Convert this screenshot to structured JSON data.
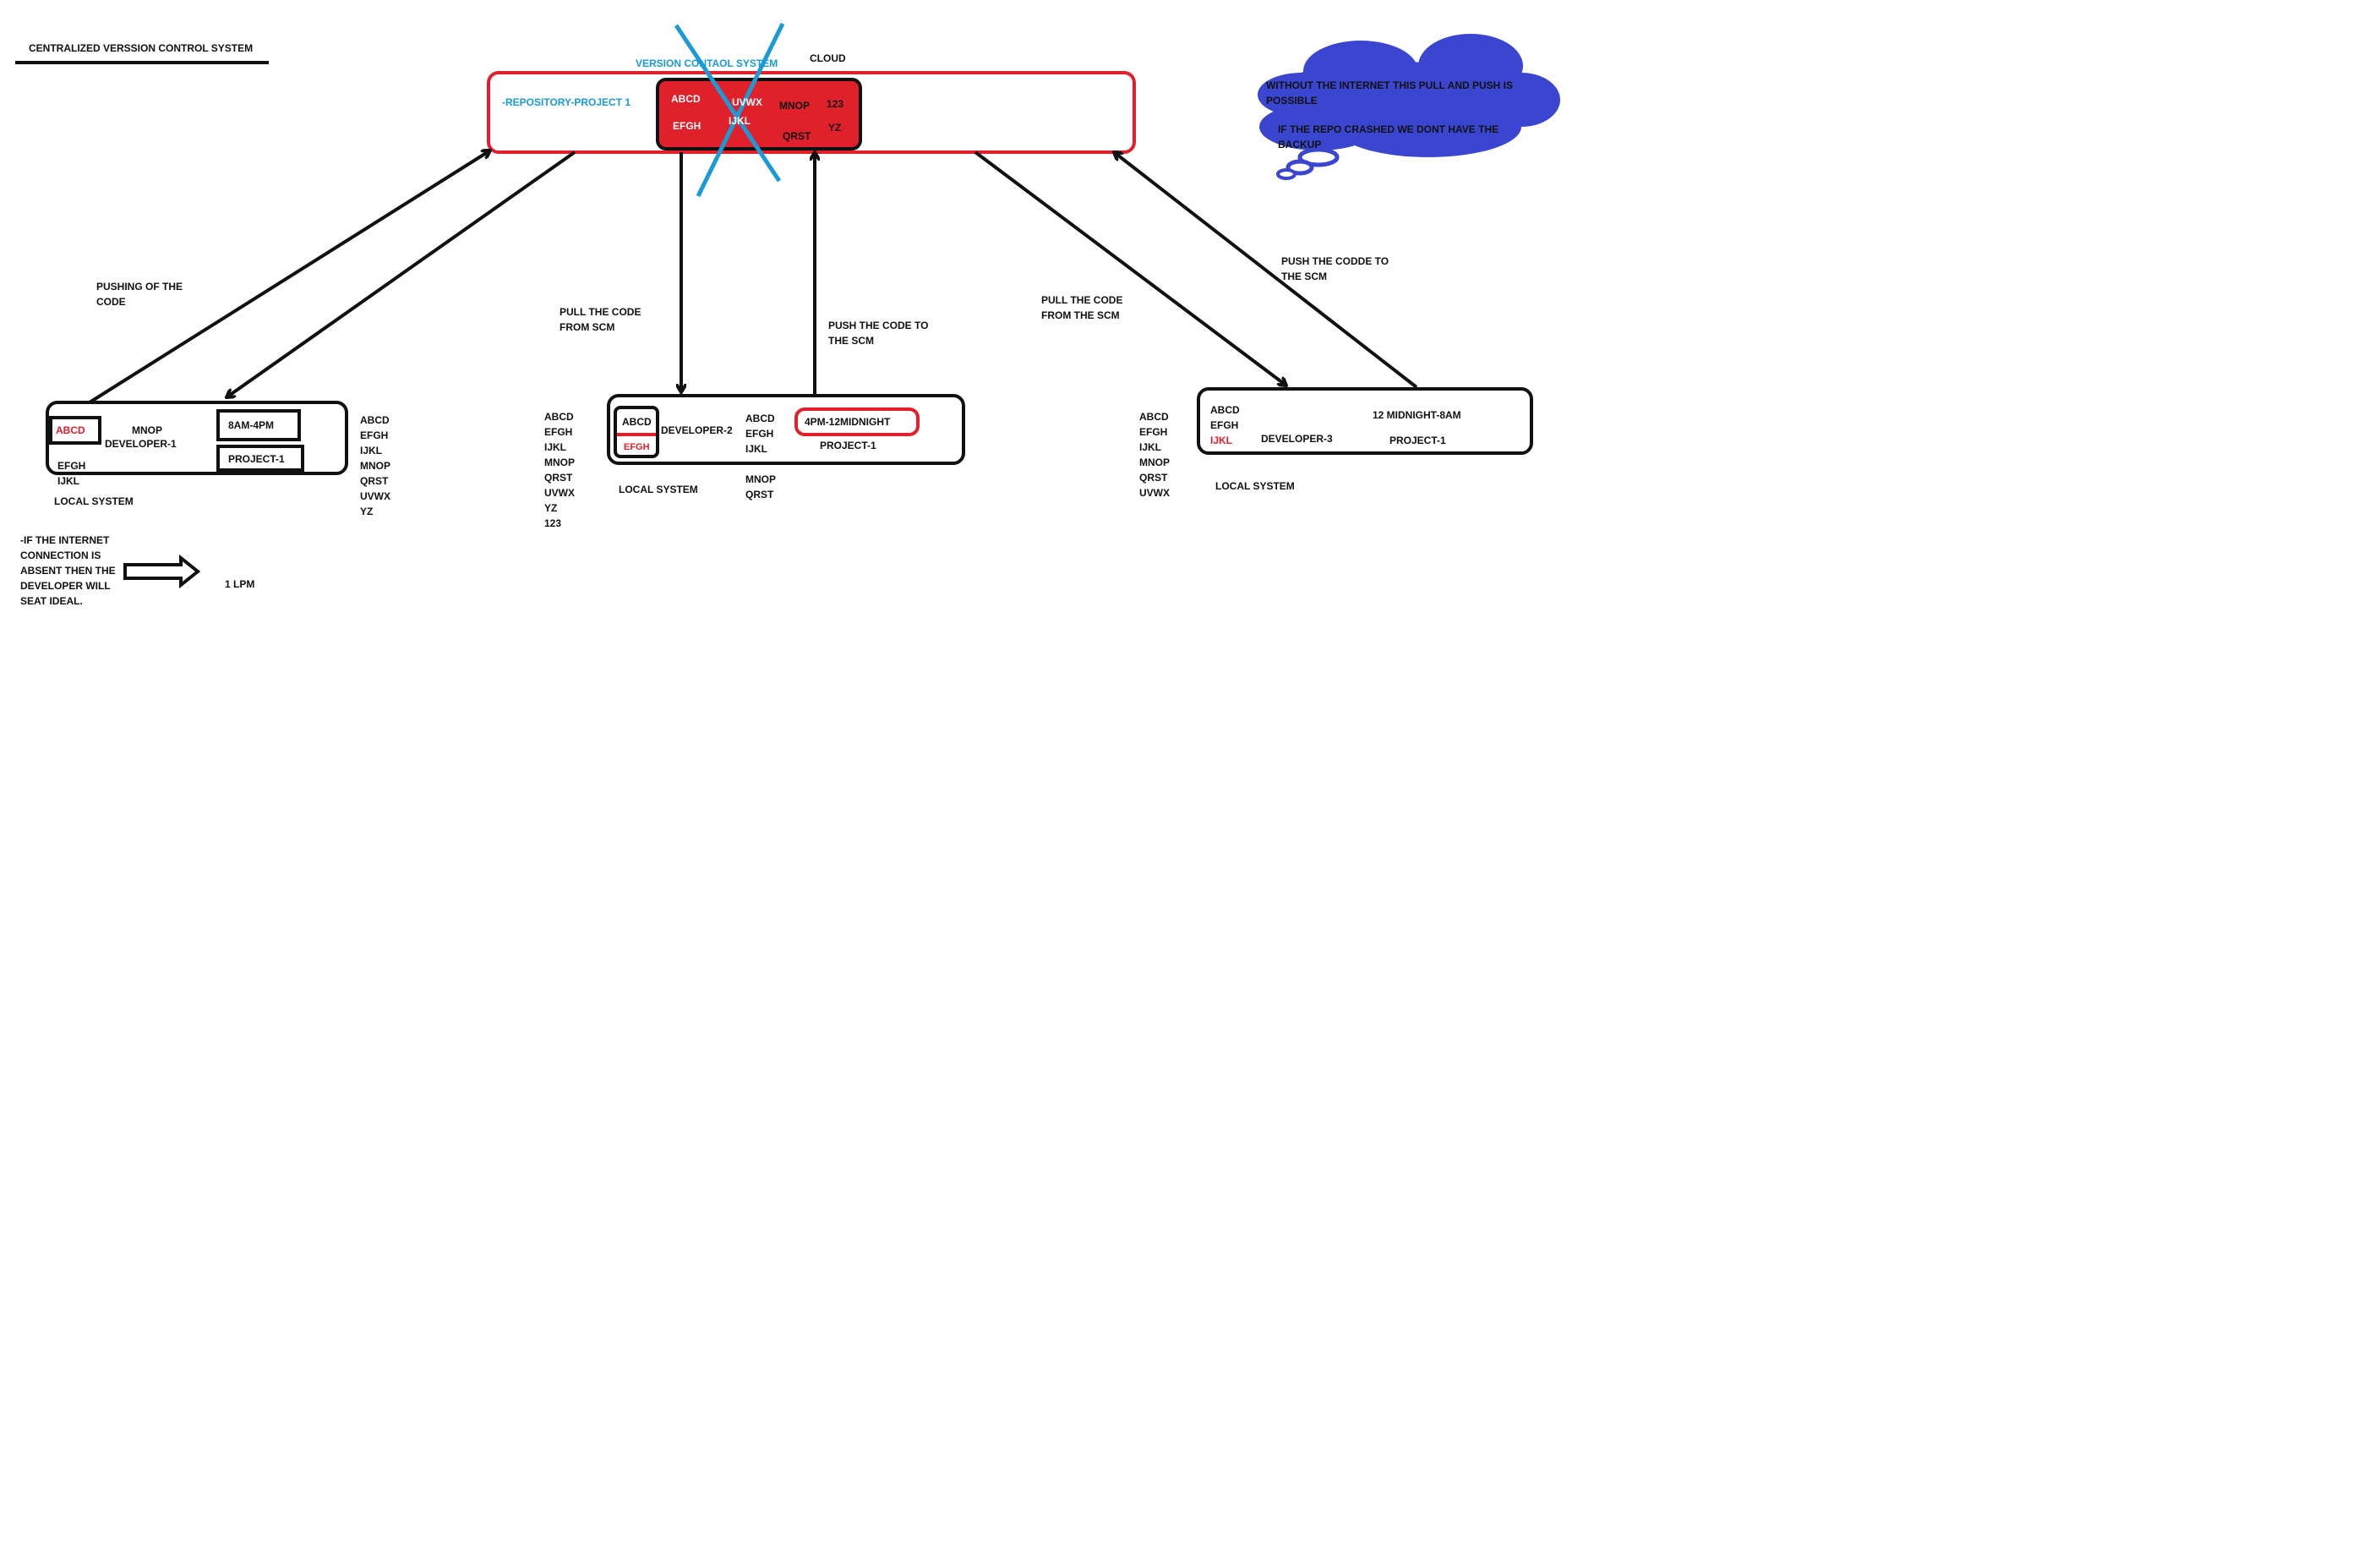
{
  "title": "CENTRALIZED VERSSION CONTROL SYSTEM",
  "cloud": {
    "vcs_label": "VERSION CONTAOL SYSTEM",
    "cloud_label": "CLOUD",
    "repository_label": "-REPOSITORY-PROJECT 1",
    "repo_items": [
      "ABCD",
      "EFGH",
      "UVWX",
      "IJKL",
      "MNOP",
      "QRST",
      "123",
      "YZ"
    ]
  },
  "bubble": {
    "line1": "WITHOUT THE INTERNET THIS PULL AND PUSH IS POSSIBLE",
    "line2": "IF THE REPO CRASHED WE DONT HAVE THE BACKUP"
  },
  "arrows": {
    "pushing": "PUSHING OF THE CODE",
    "pull1": "PULL THE CODE FROM SCM",
    "push1": "PUSH THE CODE TO THE SCM",
    "pull2": "PULL THE CODE FROM THE SCM",
    "push2": "PUSH THE CODDE TO THE SCM"
  },
  "dev1": {
    "file_red": "ABCD",
    "mnop": "MNOP",
    "name": "DEVELOPER-1",
    "shift": "8AM-4PM",
    "project": "PROJECT-1",
    "efgh": "EFGH",
    "ijkl": "IJKL",
    "local": "LOCAL SYSTEM",
    "side_list": [
      "ABCD",
      "EFGH",
      "IJKL",
      "MNOP",
      "QRST",
      "UVWX",
      "YZ"
    ]
  },
  "dev2": {
    "file_box": "ABCD",
    "file_red": "EFGH",
    "name": "DEVELOPER-2",
    "inner_list": [
      "ABCD",
      "EFGH",
      "IJKL"
    ],
    "shift": "4PM-12MIDNIGHT",
    "project": "PROJECT-1",
    "local": "LOCAL SYSTEM",
    "below_list": [
      "MNOP",
      "QRST"
    ],
    "side_list": [
      "ABCD",
      "EFGH",
      "IJKL",
      "MNOP",
      "QRST",
      "UVWX",
      "YZ",
      "123"
    ]
  },
  "dev3": {
    "inner_list": [
      "ABCD",
      "EFGH"
    ],
    "file_red": "IJKL",
    "name": "DEVELOPER-3",
    "shift": "12 MIDNIGHT-8AM",
    "project": "PROJECT-1",
    "local": "LOCAL SYSTEM",
    "side_list": [
      "ABCD",
      "EFGH",
      "IJKL",
      "MNOP",
      "QRST",
      "UVWX"
    ]
  },
  "note": {
    "text": "-IF THE INTERNET CONNECTION IS ABSENT THEN THE DEVELOPER WILL SEAT IDEAL.",
    "rate": "1 LPM"
  },
  "colors": {
    "ink": "#111111",
    "red": "#e0202a",
    "blue": "#1a9ad6",
    "bubble": "#3b46d0"
  }
}
